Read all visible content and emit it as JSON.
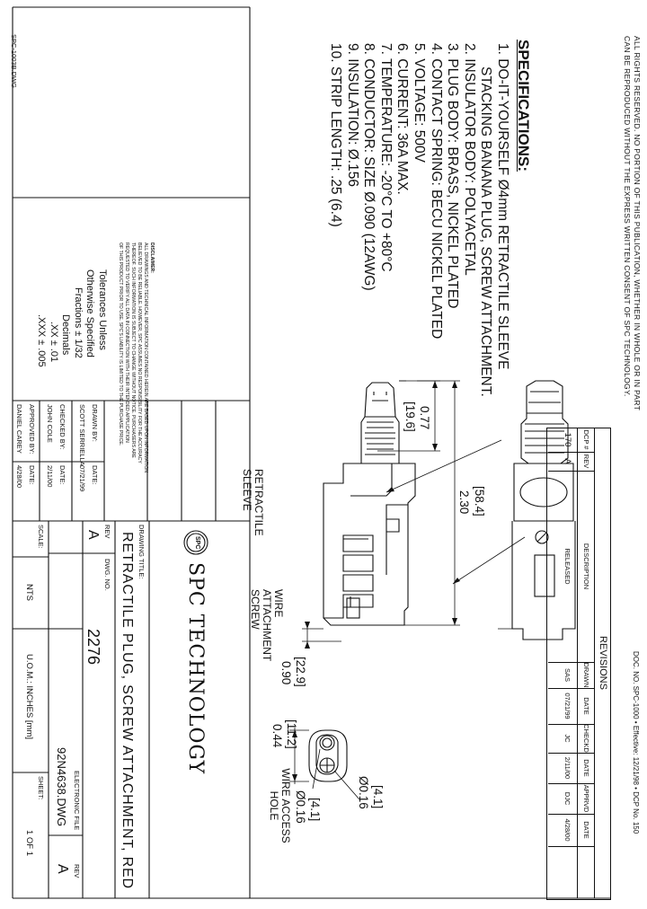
{
  "copyright": {
    "line1": "ALL RIGHTS RESERVED. NO PORTION OF THIS PUBLICATION, WHETHER IN WHOLE OR IN PART",
    "line2": "CAN BE REPRODUCED WITHOUT THE EXPRESS WRITTEN CONSENT OF SPC TECHNOLOGY."
  },
  "doc_info": "DOC. NO. SPC-1000  •  Effective: 12/21/98  •  DCP No. 150",
  "specifications": {
    "title": "SPECIFICATIONS:",
    "items": [
      "1. DO-IT-YOURSELF  Ø4mm RETRACTILE SLEEVE",
      "    STACKING BANANA PLUG, SCREW ATTACHMENT.",
      "2. INSULATOR BODY: POLYACETAL",
      "3. PLUG BODY: BRASS, NICKEL PLATED",
      "4. CONTACT SPRING: BECU NICKEL PLATED",
      "5. VOLTAGE: 500V",
      "6. CURRENT: 36A MAX.",
      "7. TEMPERATURE: -20°C TO +80°C",
      "8. CONDUCTOR: SIZE  Ø.090 (12AWG)",
      "9. INSULATION: Ø.156",
      "10. STRIP LENGTH: .25 (6.4)"
    ]
  },
  "revisions": {
    "title": "REVISIONS",
    "headers": [
      "DCP #",
      "REV",
      "DESCRIPTION",
      "DRAWN",
      "DATE",
      "CHECKD",
      "DATE",
      "APPRVD",
      "DATE"
    ],
    "rows": [
      [
        "170",
        "A",
        "RELEASED",
        "SAS",
        "07/21/99",
        "JC",
        "2/11/00",
        "DJC",
        "4/28/00"
      ]
    ]
  },
  "dimensions": {
    "d1": "0.77",
    "d1m": "[19.6]",
    "d2": "2.30",
    "d2m": "[58.4]",
    "d3": "0.90",
    "d3m": "[22.9]",
    "d4": "0.44",
    "d4m": "[11.2]",
    "d5": "Ø0.16",
    "d5m": "[4.1]",
    "d6": "Ø0.16",
    "d6m": "[4.1]"
  },
  "callouts": {
    "sleeve1": "RETRACTILE",
    "sleeve2": "SLEEVE",
    "screw1": "WIRE",
    "screw2": "ATTACHMENT",
    "screw3": "SCREW",
    "hole1": "WIRE ACCESS",
    "hole2": "HOLE"
  },
  "proprietary": {
    "title": "DISCLAIMER:",
    "lines": [
      "ALL DRAWINGS AND TECHNICAL INFORMATION CONTAINED HEREIN ARE BASED UPON INFORMATION",
      "BELIEVED TO BE RELIABLE. HOWEVER, SPC ASSUMES NO RESPONSIBILITY FOR THE ACCURACY",
      "THEREOF. SUCH INFORMATION IS SUBJECT TO CHANGE WITHOUT NOTICE. PURCHASERS ARE",
      "REQUESTED TO VERIFY ALL DATA IN CONNECTION WITH THEIR INTENDED APPLICATION",
      "OF THIS PRODUCT PRIOR TO USE. SPC'S LIABILITY IS LIMITED TO THE PURCHASE PRICE."
    ]
  },
  "tolerances": {
    "l1": "Tolerances Unless",
    "l2": "Otherwise Specified",
    "l3": "Fractions  ± 1/32",
    "l4": "Decimals",
    "l5": ".XX ± .01",
    "l6": ".XXX ± .005"
  },
  "signoff": {
    "drawn_by": "DRAWN BY:",
    "drawn_date_label": "DATE:",
    "drawn_name": "SCOTT SERRIELLA",
    "drawn_date": "07/21/99",
    "checked_by": "CHECKED BY:",
    "checked_date_label": "DATE:",
    "checked_name": "JOHN COLE",
    "checked_date": "2/11/00",
    "approved_by": "APPROVED BY:",
    "approved_date_label": "DATE:",
    "approved_name": "DANIEL CAREY",
    "approved_date": "4/28/00"
  },
  "titleblock": {
    "company": "SPC TECHNOLOGY",
    "logo": "SPC",
    "drawing_title_label": "DRAWING TITLE:",
    "drawing_title": "RETRACTILE PLUG, SCREW ATTACHMENT, RED",
    "rev_label": "REV",
    "dwg_label": "DWG. NO.",
    "rev": "A",
    "dwg_no": "2276",
    "efile_label": "ELECTRONIC FILE",
    "efile": "92N4638.DWG",
    "rev2": "A",
    "scale_label": "SCALE:",
    "scale": "NTS",
    "uom": "U.O.M.: INCHES [mm]",
    "sheet_label": "SHEET:",
    "sheet": "1  OF  1"
  },
  "form_no": "SPC-1003B.DWG"
}
